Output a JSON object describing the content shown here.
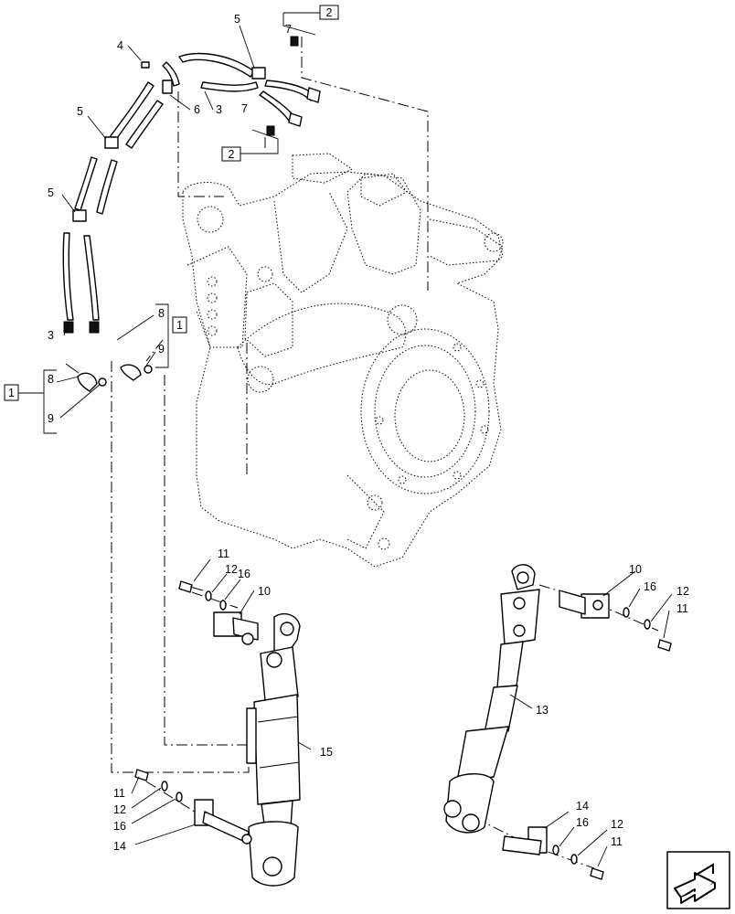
{
  "callouts": {
    "c4": "4",
    "c5a": "5",
    "c6": "6",
    "c3a": "3",
    "c7a": "7",
    "c7b": "7",
    "c5b": "5",
    "c5c": "5",
    "c3b": "3",
    "c8a": "8",
    "c9a": "9",
    "c8b": "8",
    "c9b": "9",
    "c11a": "11",
    "c12a": "12",
    "c16a": "16",
    "c10a": "10",
    "c15": "15",
    "c11b": "11",
    "c12b": "12",
    "c16b": "16",
    "c14a": "14",
    "c10b": "10",
    "c16c": "16",
    "c12c": "12",
    "c11c": "11",
    "c13": "13",
    "c14b": "14",
    "c16d": "16",
    "c12d": "12",
    "c11d": "11"
  },
  "reference_boxes": {
    "box2a": "2",
    "box2b": "2",
    "box1a": "1",
    "box1b": "1"
  },
  "nav_icon": "arrow-navigation-icon"
}
